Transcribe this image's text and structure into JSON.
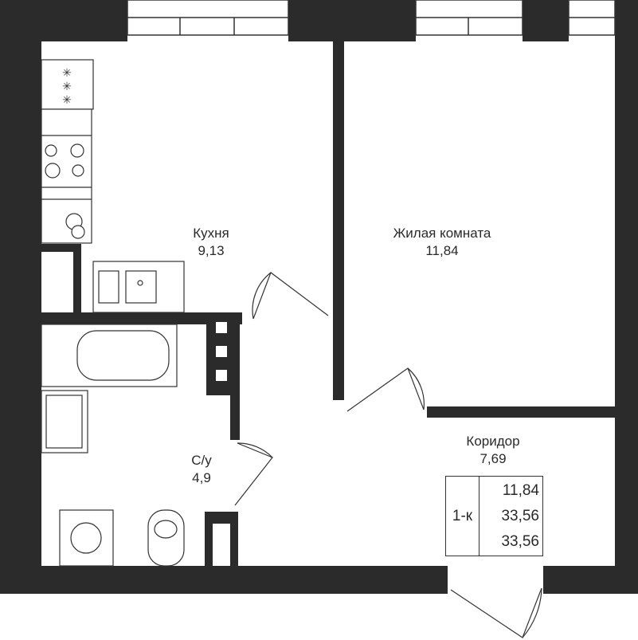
{
  "plan": {
    "wall_color": "#2b2b2b",
    "line_color": "#333333",
    "rooms": [
      {
        "id": "kitchen",
        "name": "Кухня",
        "area": "9,13"
      },
      {
        "id": "living",
        "name": "Жилая комната",
        "area": "11,84"
      },
      {
        "id": "corridor",
        "name": "Коридор",
        "area": "7,69"
      },
      {
        "id": "bathroom",
        "name": "С/у",
        "area": "4,9"
      }
    ],
    "summary": {
      "type": "1-к",
      "living_area": "11,84",
      "total_area": "33,56",
      "total_area_2": "33,56"
    }
  }
}
